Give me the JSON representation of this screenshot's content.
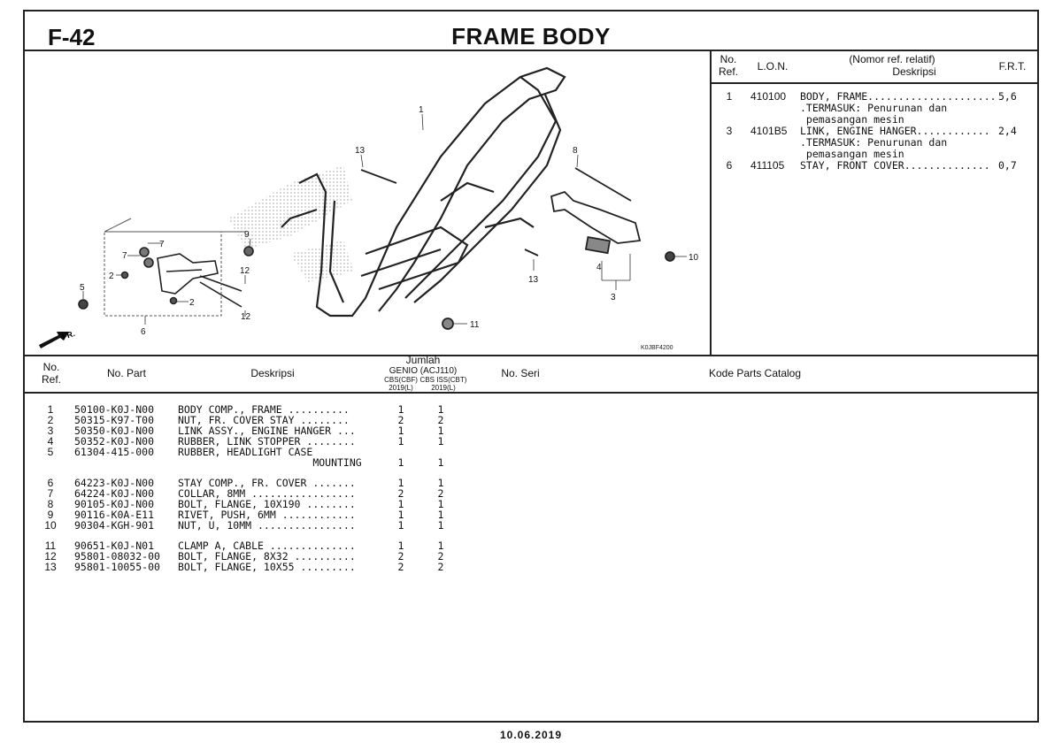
{
  "header": {
    "code": "F-42",
    "title": "FRAME BODY"
  },
  "ref_table": {
    "headers": {
      "no": "No.",
      "ref": "Ref.",
      "lon": "L.O.N.",
      "desc_top": "(Nomor ref. relatif)",
      "desc": "Deskripsi",
      "frt": "F.R.T."
    },
    "rows": [
      {
        "ref": "1",
        "lon": "410100",
        "desc": "BODY, FRAME.....................",
        "frt": "5,6"
      },
      {
        "ref": "",
        "lon": "",
        "desc": ".TERMASUK: Penurunan dan",
        "frt": ""
      },
      {
        "ref": "",
        "lon": "",
        "desc": " pemasangan mesin",
        "frt": ""
      },
      {
        "ref": "3",
        "lon": "4101B5",
        "desc": "LINK, ENGINE HANGER............",
        "frt": "2,4"
      },
      {
        "ref": "",
        "lon": "",
        "desc": ".TERMASUK: Penurunan dan",
        "frt": ""
      },
      {
        "ref": "",
        "lon": "",
        "desc": " pemasangan mesin",
        "frt": ""
      },
      {
        "ref": "6",
        "lon": "411105",
        "desc": "STAY, FRONT COVER..............",
        "frt": "0,7"
      }
    ]
  },
  "diagram": {
    "code": "K0JBF4200",
    "fr_label": "FR.",
    "callouts": [
      "1",
      "13",
      "8",
      "9",
      "7",
      "7",
      "2",
      "5",
      "12",
      "2",
      "12",
      "6",
      "13",
      "4",
      "3",
      "10",
      "11"
    ]
  },
  "parts_table": {
    "headers": {
      "no": "No.",
      "ref": "Ref.",
      "part": "No. Part",
      "desc": "Deskripsi",
      "jumlah": "Jumlah",
      "model": "GENIO (ACJ110)",
      "col1_a": "CBS(CBF)",
      "col1_b": "2019(L)",
      "col2_a": "CBS ISS(CBT)",
      "col2_b": "2019(L)",
      "seri": "No. Seri",
      "kode": "Kode Parts Catalog"
    },
    "rows": [
      {
        "ref": "1",
        "part": "50100-K0J-N00",
        "desc": "BODY COMP., FRAME ..........",
        "q1": "1",
        "q2": "1"
      },
      {
        "ref": "2",
        "part": "50315-K97-T00",
        "desc": "NUT, FR. COVER STAY ........",
        "q1": "2",
        "q2": "2"
      },
      {
        "ref": "3",
        "part": "50350-K0J-N00",
        "desc": "LINK ASSY., ENGINE HANGER ...",
        "q1": "1",
        "q2": "1"
      },
      {
        "ref": "4",
        "part": "50352-K0J-N00",
        "desc": "RUBBER, LINK STOPPER ........",
        "q1": "1",
        "q2": "1"
      },
      {
        "ref": "5",
        "part": "61304-415-000",
        "desc": "RUBBER, HEADLIGHT CASE",
        "q1": "",
        "q2": ""
      },
      {
        "ref": "",
        "part": "",
        "desc": "                      MOUNTING",
        "q1": "1",
        "q2": "1"
      },
      {
        "ref": "6",
        "part": "64223-K0J-N00",
        "desc": "STAY COMP., FR. COVER .......",
        "q1": "1",
        "q2": "1"
      },
      {
        "ref": "7",
        "part": "64224-K0J-N00",
        "desc": "COLLAR, 8MM .................",
        "q1": "2",
        "q2": "2"
      },
      {
        "ref": "8",
        "part": "90105-K0J-N00",
        "desc": "BOLT, FLANGE, 10X190 ........",
        "q1": "1",
        "q2": "1"
      },
      {
        "ref": "9",
        "part": "90116-K0A-E11",
        "desc": "RIVET, PUSH, 6MM ............",
        "q1": "1",
        "q2": "1"
      },
      {
        "ref": "10",
        "part": "90304-KGH-901",
        "desc": "NUT, U, 10MM ................",
        "q1": "1",
        "q2": "1"
      },
      {
        "ref": "11",
        "part": "90651-K0J-N01",
        "desc": "CLAMP A, CABLE ..............",
        "q1": "1",
        "q2": "1"
      },
      {
        "ref": "12",
        "part": "95801-08032-00",
        "desc": "BOLT, FLANGE, 8X32 ..........",
        "q1": "2",
        "q2": "2"
      },
      {
        "ref": "13",
        "part": "95801-10055-00",
        "desc": "BOLT, FLANGE, 10X55 .........",
        "q1": "2",
        "q2": "2"
      }
    ]
  },
  "footer": {
    "date": "10.06.2019"
  }
}
